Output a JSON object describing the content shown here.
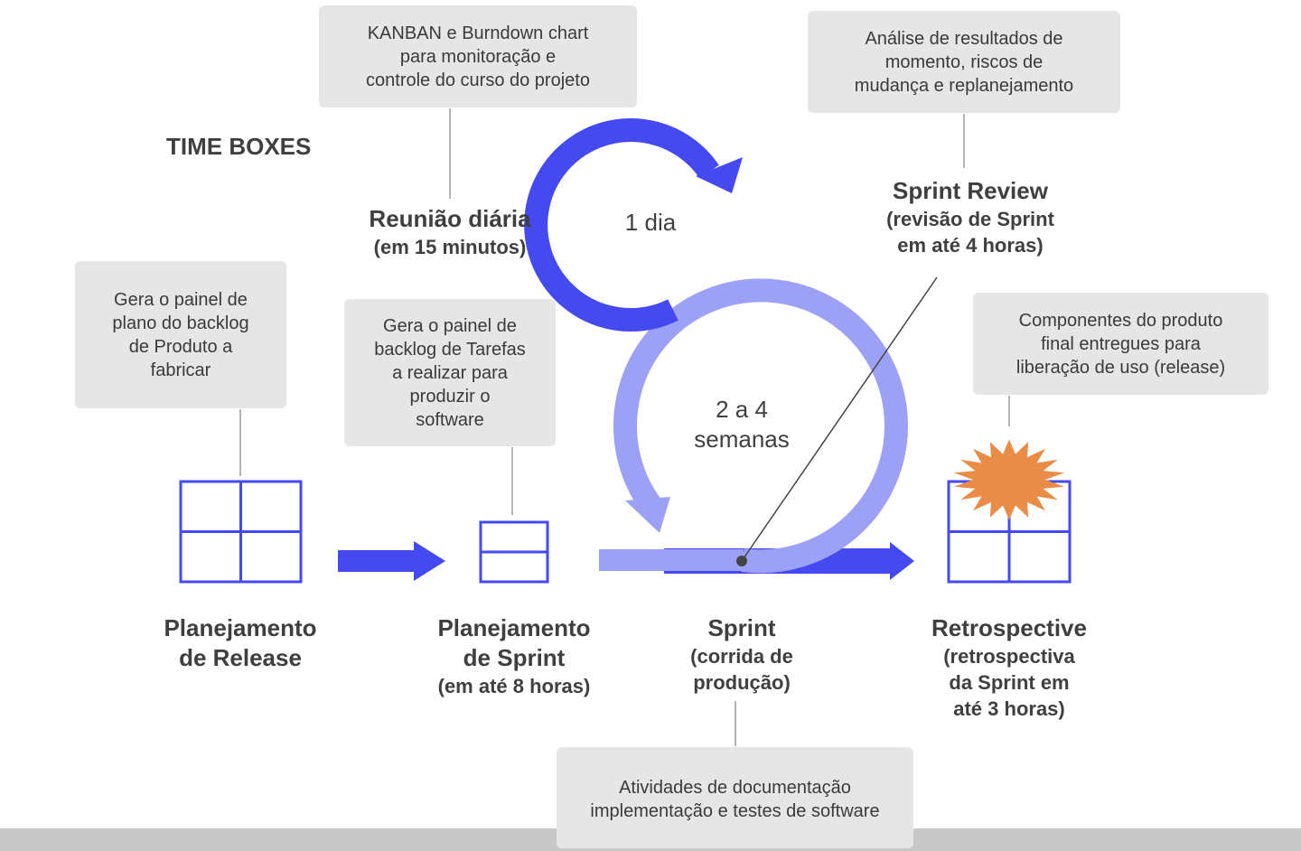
{
  "heading": "TIME BOXES",
  "notes": {
    "kanban": [
      "KANBAN e Burndown chart",
      "para monitoração e",
      "controle do curso do projeto"
    ],
    "analysis": [
      "Análise de resultados de",
      "momento, riscos de",
      "mudança e replanejamento"
    ],
    "release_panel": [
      "Gera o painel de",
      "plano do backlog",
      "de Produto a",
      "fabricar"
    ],
    "sprint_panel": [
      "Gera o painel de",
      "backlog de Tarefas",
      "a realizar para",
      "produzir o",
      "software"
    ],
    "components": [
      "Componentes do produto",
      "final entregues para",
      "liberação de uso (release)"
    ],
    "activities": [
      "Atividades de documentação",
      "implementação e testes de software"
    ]
  },
  "daily_meeting": {
    "title": "Reunião diária",
    "subtitle": "(em 15 minutos)",
    "cycle_label": "1 dia"
  },
  "sprint_review": {
    "title": "Sprint Review",
    "lines": [
      "(revisão de Sprint",
      "em até 4 horas)"
    ]
  },
  "sprint_cycle_label": [
    "2 a 4",
    "semanas"
  ],
  "stages": {
    "release_planning": [
      "Planejamento",
      "de Release"
    ],
    "sprint_planning": {
      "title": [
        "Planejamento",
        "de Sprint"
      ],
      "subtitle": "(em até 8 horas)"
    },
    "sprint": {
      "title": "Sprint",
      "lines": [
        "(corrida de",
        "produção)"
      ]
    },
    "retrospective": {
      "title": "Retrospective",
      "lines": [
        "(retrospectiva",
        "da Sprint em",
        "até 3 horas)"
      ]
    }
  },
  "colors": {
    "primary_blue": "#4449f0",
    "light_blue": "#9da1f6",
    "burst_orange": "#e98c47",
    "note_gray": "#e6e6e6",
    "connector_gray": "#b5b5b5",
    "text": "#3f3f3f"
  }
}
